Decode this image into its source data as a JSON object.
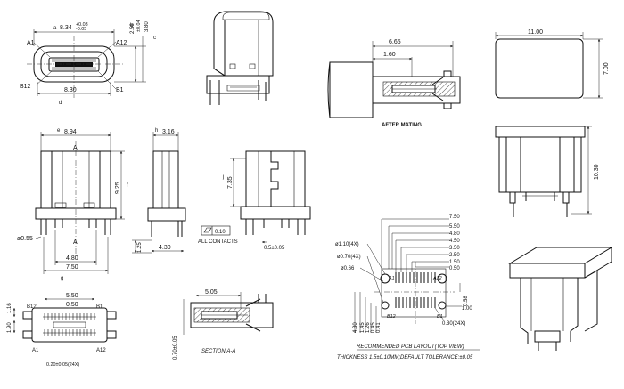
{
  "top_front": {
    "dim_a": "8.34",
    "dim_a_mark": "a",
    "dim_a_tol_plus": "+0.03",
    "dim_a_tol_minus": "-0.05",
    "dim_b": "2.56",
    "dim_b_mark": "b",
    "dim_b_tol": "±0.04",
    "dim_c": "3.80",
    "dim_c_mark": "c",
    "dim_d": "8.30",
    "dim_d_mark": "d",
    "pin_a1": "A1",
    "pin_a12": "A12",
    "pin_b12": "B12",
    "pin_b1": "B1"
  },
  "after_mating": {
    "dim_665": "6.65",
    "dim_160": "1.60",
    "label": "AFTER MATING"
  },
  "top_block": {
    "width": "11.00",
    "height": "7.00",
    "height2": "10.30"
  },
  "front_view": {
    "dim_e": "8.94",
    "dim_e_mark": "e",
    "dim_f": "9.25",
    "dim_f_mark": "f",
    "dim_g": "7.50",
    "dim_g_mark": "g",
    "dim_480": "4.80",
    "dim_055": "ø0.55",
    "section_mark": "A"
  },
  "side_view": {
    "dim_h": "3.16",
    "dim_h_mark": "h",
    "dim_i": "1.25",
    "dim_i_mark": "i",
    "dim_430": "4.30",
    "flatness": "0.10",
    "all_contacts": "ALL  CONTACTS"
  },
  "back_view": {
    "dim_j": "7.35",
    "dim_j_mark": "j",
    "dim_05": "0.5±0.05"
  },
  "bottom_view": {
    "dim_550": "5.50",
    "dim_050": "0.50",
    "dim_116": "1.16",
    "dim_190": "1.90",
    "pin_b12": "B12",
    "pin_b1": "B1",
    "pin_a1": "A1",
    "pin_a12": "A12",
    "pitch_note": "0.20±0.05(24X)"
  },
  "section_view": {
    "dim_505": "5.05",
    "dim_070": "0.70±0.05",
    "label": "SECTION:A-A"
  },
  "pcb_layout": {
    "right_dims": [
      "7.50",
      "5.50",
      "4.80",
      "4.50",
      "3.50",
      "2.50",
      "1.50",
      "0.50"
    ],
    "hole_110": "ø1.10(4X)",
    "hole_070": "ø0.70(4X)",
    "hole_066": "ø0.66",
    "dim_058": "0.58",
    "dim_100": "1.00",
    "dim_030": "0.30(24X)",
    "left_dims": [
      "4.30",
      "1.45",
      "1.26",
      "0.45",
      "0.41"
    ],
    "pin_a1": "A1",
    "pin_a12": "A12",
    "pin_b12": "B12",
    "pin_b1": "B1",
    "title": "RECOMMENDED PCB LAYOUT(TOP VIEW)",
    "note": "THICKNESS 1.5±0.10MM;DEFAULT TOLERANCE:±0.05"
  }
}
